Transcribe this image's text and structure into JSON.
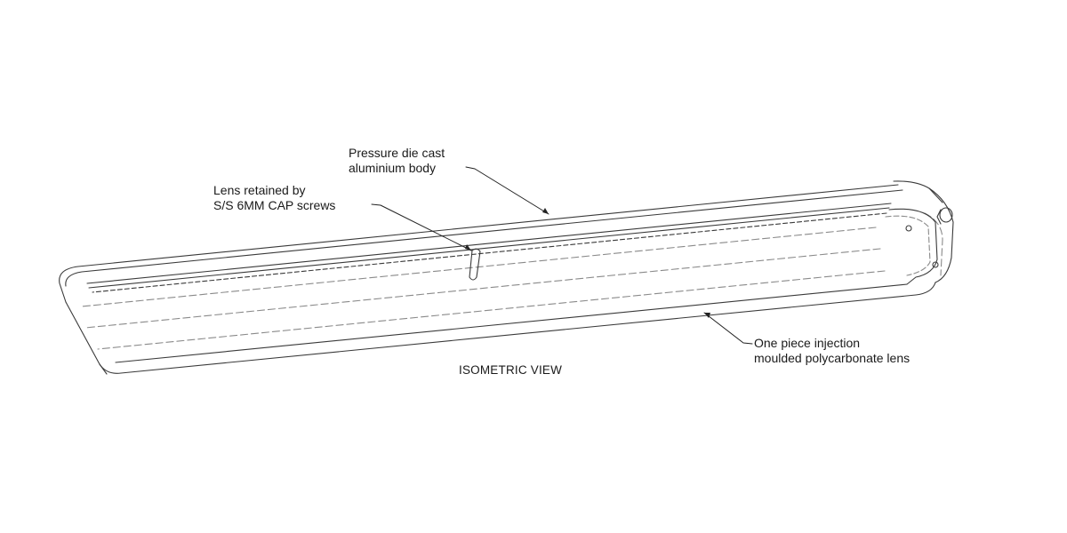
{
  "callouts": {
    "body": {
      "line1": "Pressure die cast",
      "line2": "aluminium body"
    },
    "screws": {
      "line1": "Lens retained by",
      "line2": "S/S 6MM CAP screws"
    },
    "lens": {
      "line1": "One piece injection",
      "line2": "moulded polycarbonate lens"
    }
  },
  "view_title": "ISOMETRIC VIEW",
  "colors": {
    "line": "#3a3a3a",
    "hidden_line": "#8a8a8a",
    "background": "#ffffff"
  }
}
